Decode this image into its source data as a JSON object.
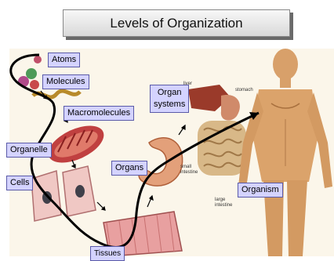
{
  "title": "Levels of Organization",
  "labels": {
    "atoms": "Atoms",
    "molecules": "Molecules",
    "macromolecules": "Macromolecules",
    "organelle": "Organelle",
    "cells": "Cells",
    "tissues": "Tissues",
    "organs": "Organs",
    "organ_systems_line1": "Organ",
    "organ_systems_line2": "systems",
    "organism": "Organism"
  },
  "anatomy_labels": {
    "liver": "liver",
    "stomach": "stomach",
    "small_intestine_line1": "small",
    "small_intestine_line2": "intestine",
    "large_intestine_line1": "large",
    "large_intestine_line2": "intestine"
  },
  "colors": {
    "label_fill": "#d4d3ff",
    "label_border": "#5a5aa8",
    "path_arrow": "#000000"
  }
}
